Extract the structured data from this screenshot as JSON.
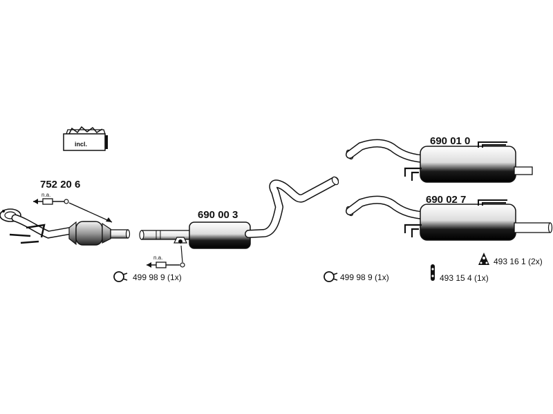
{
  "parts": {
    "front_pipe_catalyst": "752 20 6",
    "middle_silencer": "690 00 3",
    "rear_silencer_a": "690 01 0",
    "rear_silencer_b": "690 02 7"
  },
  "notes": {
    "sensor_front": "n.a.",
    "sensor_middle": "n.a.",
    "kit_badge": "incl."
  },
  "accessories": {
    "clamp_left": "499 98 9 (1x)",
    "clamp_right": "499 98 9 (1x)",
    "hanger_single": "493 15 4 (1x)",
    "hanger_double": "493 16 1 (2x)"
  },
  "colors": {
    "line": "#111111",
    "fill_dark": "#1a1a1a",
    "fill_light": "#ffffff",
    "shade": "#8a8a8a"
  }
}
